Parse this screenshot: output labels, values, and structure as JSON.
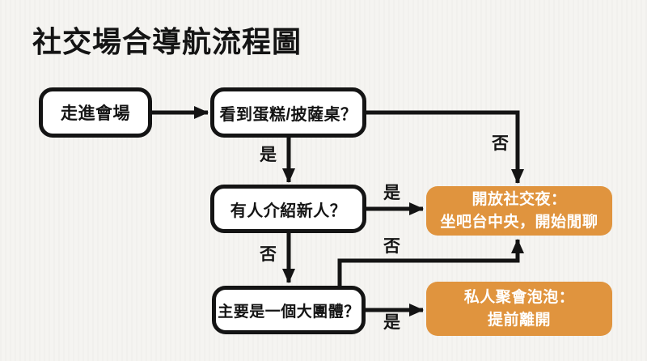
{
  "title": "社交場合導航流程圖",
  "colors": {
    "background": "#f5f4f1",
    "node_fill": "#ffffff",
    "node_border": "#141414",
    "accent": "#e0943e",
    "text": "#141414",
    "outcome_text": "#ffffff"
  },
  "flowchart": {
    "nodes": [
      {
        "id": "start",
        "label": "走進會場"
      },
      {
        "id": "q-cake-pizza-table",
        "label": "看到蛋糕/披薩桌？"
      },
      {
        "id": "q-introducing-people",
        "label": "有人介紹新人？"
      },
      {
        "id": "q-one-big-group",
        "label": "主要是一個大團體？"
      },
      {
        "id": "outcome-open-social",
        "line1": "開放社交夜：",
        "line2": "坐吧台中央，開始閒聊"
      },
      {
        "id": "outcome-private-party",
        "line1": "私人聚會泡泡：",
        "line2": "提前離開"
      }
    ],
    "edge_labels": {
      "cake_yes": "是",
      "cake_no": "否",
      "intro_yes": "是",
      "intro_no": "否",
      "group_no": "否",
      "group_yes": "是"
    }
  }
}
